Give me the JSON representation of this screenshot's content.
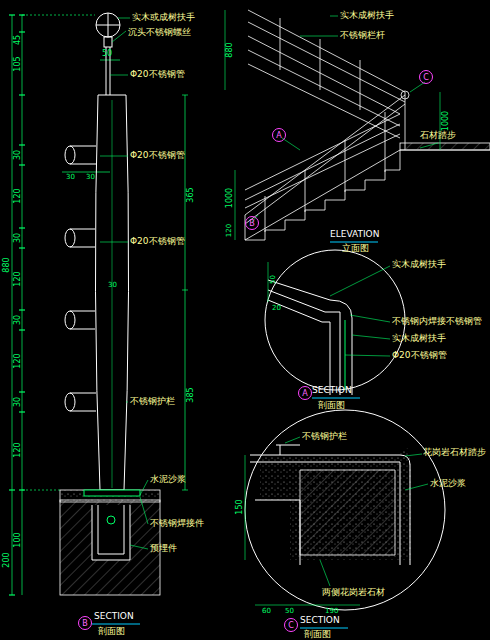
{
  "diagram": {
    "nodes": [
      {
        "text": [
          "C"
        ]
      },
      {
        "text": [
          "A"
        ]
      },
      {
        "text": [
          "B"
        ]
      },
      {
        "text": [
          "A"
        ]
      },
      {
        "text": [
          "C"
        ]
      },
      {
        "text": [
          "B"
        ]
      }
    ],
    "edges": [],
    "labels": [
      "45",
      "105",
      "30",
      "120",
      "30",
      "120",
      "30",
      "120",
      "30",
      "120",
      "100",
      "880",
      "200",
      "50",
      "30",
      "30",
      "30",
      "365",
      "385",
      "实木或成树扶手",
      "沉头不锈钢螺丝",
      "Φ20不锈钢管",
      "Φ20不锈钢管",
      "Φ20不锈钢管",
      "不锈钢护栏",
      "水泥沙浆",
      "不锈钢焊接件",
      "预埋件",
      "SECTION",
      "剖面图",
      "880",
      "实木成树扶手",
      "不锈钢栏杆",
      "1000",
      "石材踏步",
      "1000",
      "120",
      "ELEVATION",
      "立面图",
      "实木成树扶手",
      "不锈钢内焊接不锈钢管",
      "实木成树扶手",
      "Φ20不锈钢管",
      "50",
      "20",
      "SECTION",
      "剖面图",
      "不锈钢护栏",
      "花岗岩石材踏步",
      "水泥沙浆",
      "两侧花岗岩石材",
      "150",
      "60",
      "50",
      "190",
      "SECTION",
      "剖面图"
    ]
  }
}
